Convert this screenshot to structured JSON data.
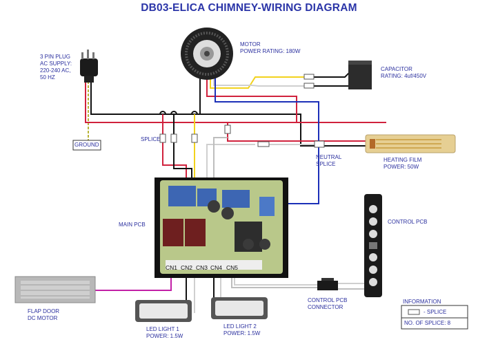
{
  "title": "DB03-ELICA CHIMNEY-WIRING DIAGRAM",
  "plug": {
    "name": "3  PIN PLUG",
    "line1": "AC SUPPLY:",
    "line2": "220-240 AC,",
    "line3": "50 HZ"
  },
  "ground_label": "GROUND",
  "motor": {
    "name": "MOTOR",
    "rating": "POWER RATING: 180W"
  },
  "capacitor": {
    "name": "CAPACITOR",
    "rating": "RATING: 4uf/450V"
  },
  "splice_label": "SPLICE",
  "neutral_splice": {
    "line1": "NEUTRAL",
    "line2": "SPLICE"
  },
  "heating_film": {
    "name": "HEATING FILM",
    "rating": "POWER: 50W"
  },
  "main_pcb_label": "MAIN PCB",
  "control_pcb_label": "CONTROL PCB",
  "connectors": [
    "CN1",
    "CN2",
    "CN3",
    "CN4",
    "CN5"
  ],
  "flap_door": {
    "line1": "FLAP DOOR",
    "line2": "DC MOTOR"
  },
  "led1": {
    "name": "LED LIGHT 1",
    "rating": "POWER: 1.5W"
  },
  "led2": {
    "name": "LED LIGHT 2",
    "rating": "POWER: 1.5W"
  },
  "control_connector": {
    "line1": "CONTROL PCB",
    "line2": "CONNECTOR"
  },
  "information": {
    "heading": "INFORMATION",
    "legend": "-  SPLICE",
    "count": "NO. OF SPLICE:  8"
  },
  "colors": {
    "title": "#2b35a8",
    "wire_black": "#111111",
    "wire_red": "#d0213c",
    "wire_yellow": "#f2d21c",
    "wire_blue": "#1b2fb8",
    "wire_white": "#cfcfcf",
    "wire_magenta": "#c21fa6",
    "wire_ground": "#b9b43a"
  }
}
